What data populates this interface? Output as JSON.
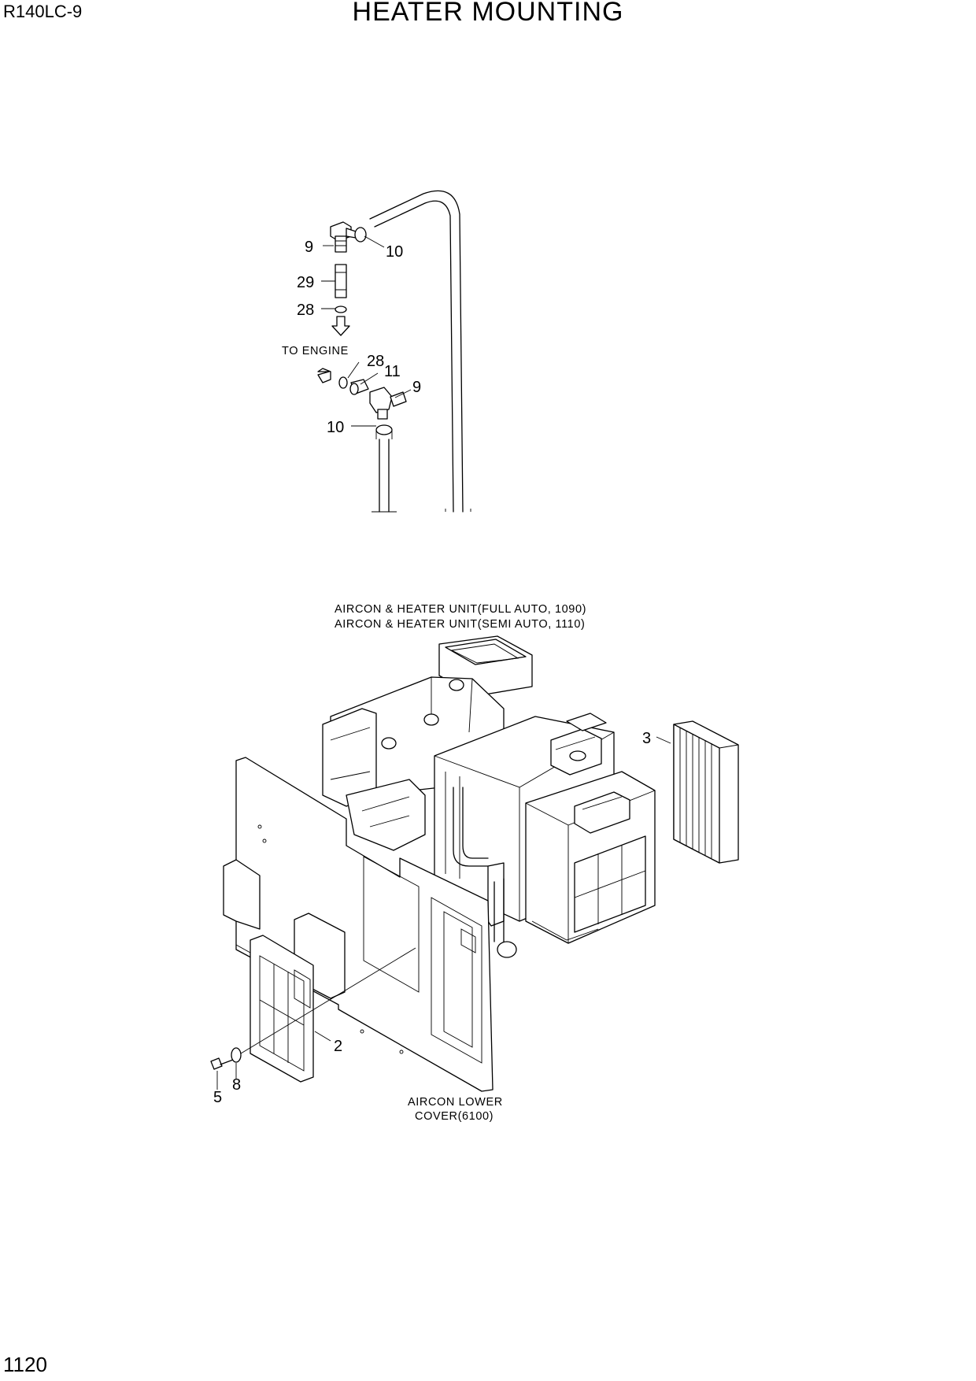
{
  "header": {
    "model": "R140LC-9",
    "title": "HEATER MOUNTING"
  },
  "footer": {
    "page_number": "1120"
  },
  "notes": {
    "to_engine": "TO ENGINE",
    "unit_line1": "AIRCON & HEATER UNIT(FULL AUTO, 1090)",
    "unit_line2": "AIRCON & HEATER UNIT(SEMI AUTO, 1110)",
    "lower_cover_line1": "AIRCON LOWER",
    "lower_cover_line2": "COVER(6100)"
  },
  "callouts": [
    {
      "id": "c9a",
      "text": "9"
    },
    {
      "id": "c10a",
      "text": "10"
    },
    {
      "id": "c29",
      "text": "29"
    },
    {
      "id": "c28a",
      "text": "28"
    },
    {
      "id": "c28b",
      "text": "28"
    },
    {
      "id": "c11",
      "text": "11"
    },
    {
      "id": "c9b",
      "text": "9"
    },
    {
      "id": "c10b",
      "text": "10"
    },
    {
      "id": "c3",
      "text": "3"
    },
    {
      "id": "c2",
      "text": "2"
    },
    {
      "id": "c8",
      "text": "8"
    },
    {
      "id": "c5",
      "text": "5"
    }
  ]
}
